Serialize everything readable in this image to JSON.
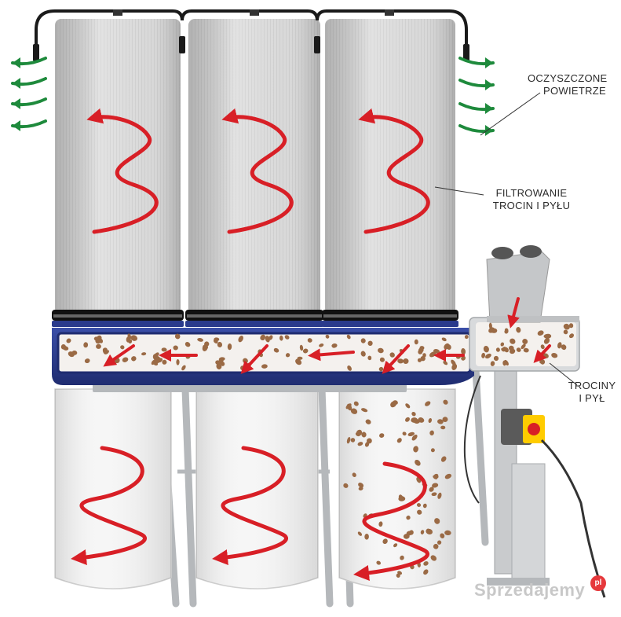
{
  "labels": {
    "clean_air": [
      "OCZYSZCZONE",
      "POWIETRZE"
    ],
    "filtering": [
      "FILTROWANIE",
      "TROCIN I PYŁU"
    ],
    "sawdust": [
      "TROCINY",
      "I PYŁ"
    ]
  },
  "watermark": {
    "text": "Sprzedajemy",
    "badge": "pl"
  },
  "colors": {
    "filter_cartridge": "#d6d6d6",
    "housing_blue": "#2a3a8c",
    "frame_grey": "#b5b8bb",
    "bag_white": "#f6f6f6",
    "flow_arrow_red": "#d81f26",
    "clean_air_arrow_green": "#1e8a3c",
    "sawdust_brown": "#9a6a45"
  }
}
